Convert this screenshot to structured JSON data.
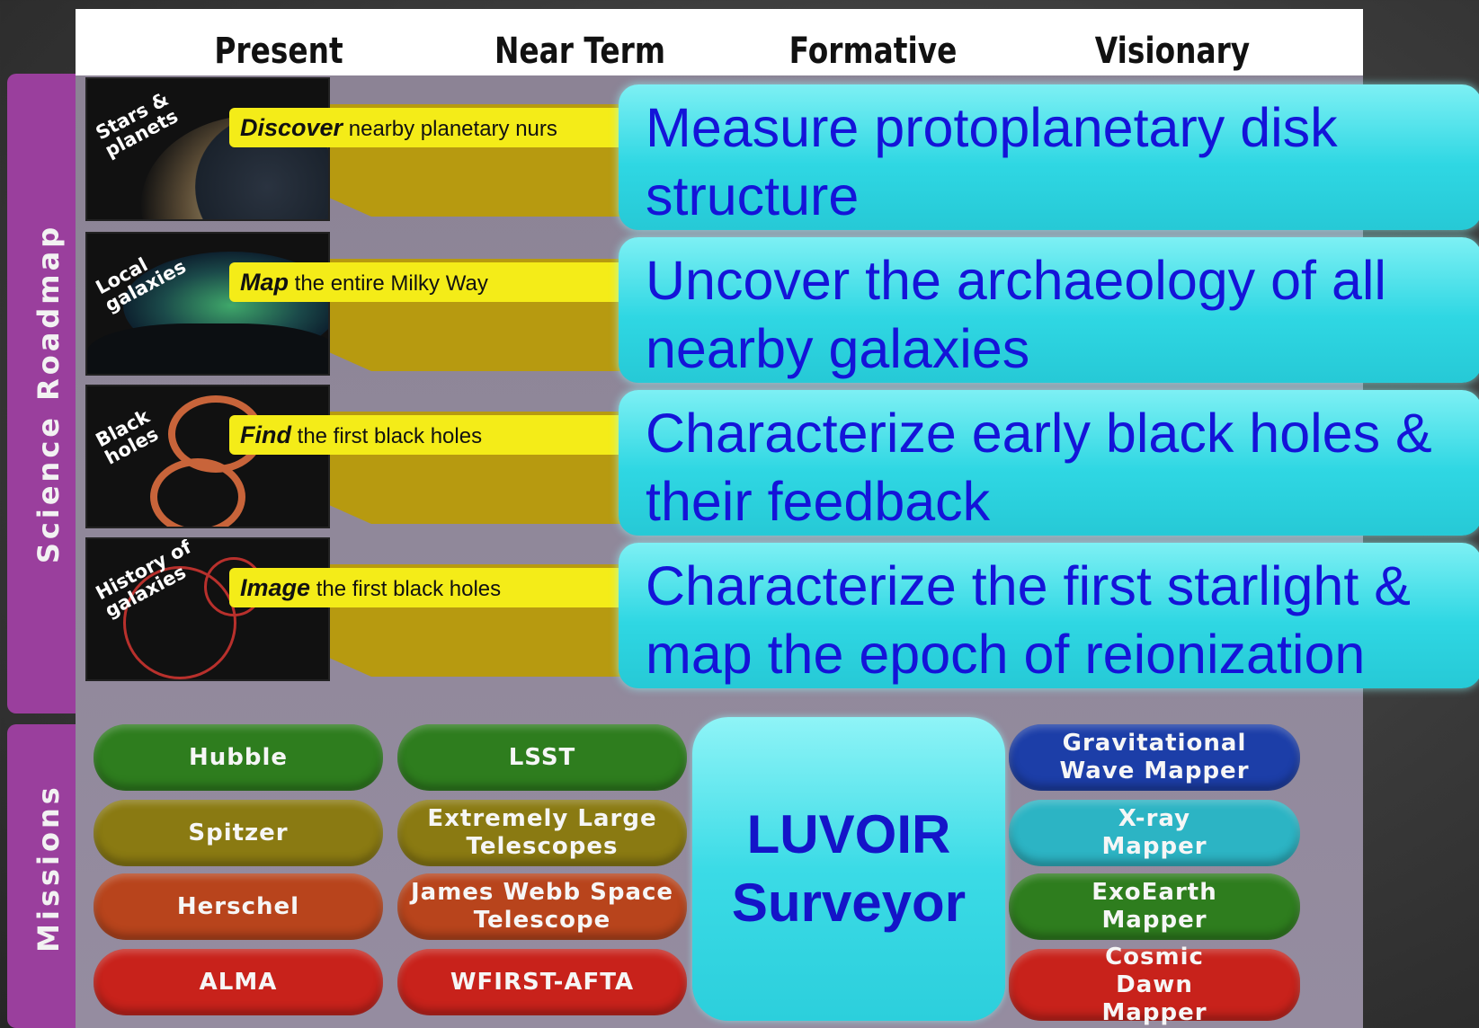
{
  "columns": [
    "Present",
    "Near Term",
    "Formative",
    "Visionary"
  ],
  "side_labels": {
    "roadmap": "Science  Roadmap",
    "missions": "Missions"
  },
  "roadmap": [
    {
      "thumb_title": "Stars &\nplanets",
      "verb": "Discover",
      "text": " nearby planetary nurs",
      "goal": "Measure protoplanetary disk structure"
    },
    {
      "thumb_title": "Local\ngalaxies",
      "verb": "Map",
      "text": " the entire Milky Way",
      "goal": "Uncover the archaeology of all nearby galaxies"
    },
    {
      "thumb_title": "Black\nholes",
      "verb": "Find",
      "text": " the first black holes",
      "goal": "Characterize early black holes & their feedback"
    },
    {
      "thumb_title": "History of\ngalaxies",
      "verb": "Image",
      "text": " the first black holes",
      "goal": "Characterize the first starlight & map the epoch of reionization"
    }
  ],
  "missions": {
    "present": [
      "Hubble",
      "Spitzer",
      "Herschel",
      "ALMA"
    ],
    "near_term": [
      "LSST",
      "Extremely Large Telescopes",
      "James Webb Space Telescope",
      "WFIRST-AFTA"
    ],
    "formative": {
      "line1": "LUVOIR",
      "line2": "Surveyor"
    },
    "visionary": [
      "Gravitational Wave Mapper",
      "X-ray Mapper",
      "ExoEarth Mapper",
      "Cosmic Dawn Mapper"
    ]
  },
  "colors": {
    "row_colors": [
      "#2e7d1e",
      "#8a7a12",
      "#b8441c",
      "#c8221b"
    ],
    "visionary_colors": [
      "#1c3ea8",
      "#2cb4c4",
      "#2e7d1e",
      "#c8221b"
    ],
    "goal_text": "#1414d8",
    "purple_tab": "#9a3f9d"
  }
}
